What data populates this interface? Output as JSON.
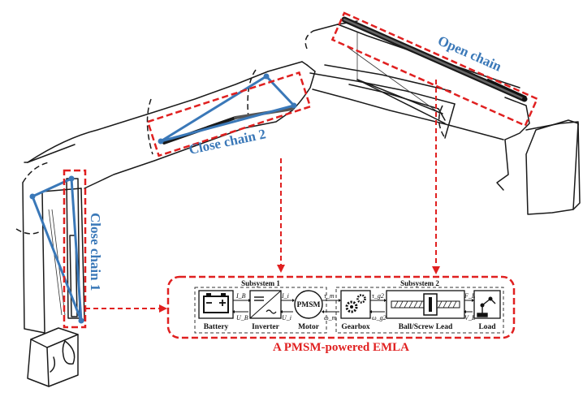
{
  "labels": {
    "open_chain": "Open chain",
    "close_chain_2": "Close chain 2",
    "close_chain_1": "Close chain 1",
    "emla_title": "A PMSM-powered EMLA"
  },
  "subsystems": {
    "sub1": "Subsystem 1",
    "sub2": "Subsystem 2"
  },
  "blocks": {
    "battery": "Battery",
    "inverter": "Inverter",
    "motor": "Motor",
    "pmsm": "PMSM",
    "gearbox": "Gearbox",
    "ball_screw": "Ball/Screw Lead",
    "load": "Load"
  },
  "signals": {
    "iB": "I_B",
    "uB": "U_B",
    "ii": "I_i",
    "ui": "U_i",
    "tm": "τ_m",
    "wm": "ω_m",
    "tg2": "τ_g2",
    "wg2": "ω_g2",
    "FL": "F_L",
    "VL": "V_L"
  },
  "colors": {
    "chain_blue": "#3a78b8",
    "highlight_red": "#e02020"
  }
}
